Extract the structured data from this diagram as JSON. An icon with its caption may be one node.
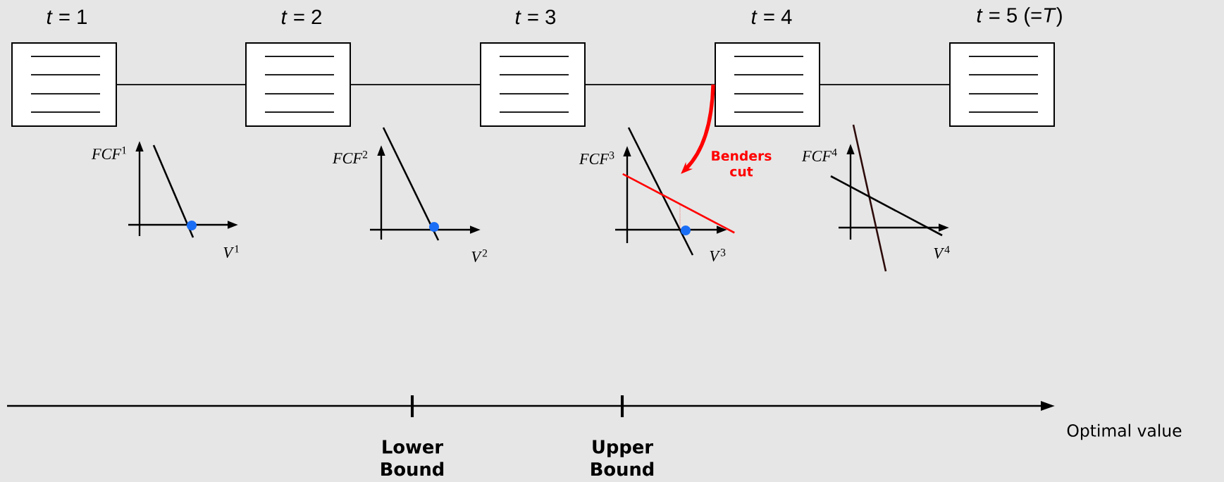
{
  "diagram": {
    "nodes": [
      {
        "text": [
          "*t* = 1"
        ]
      },
      {
        "text": [
          "*t* = 2"
        ]
      },
      {
        "text": [
          "*t* = 3"
        ]
      },
      {
        "text": [
          "*t* = 4"
        ]
      },
      {
        "text": [
          "*t* = 5 (=*T*)"
        ]
      },
      {
        "text": [],
        "shape": "line"
      }
    ],
    "edges": [
      {
        "from": 0,
        "to": 1,
        "arrow": "none"
      },
      {
        "from": 1,
        "to": 2,
        "arrow": "none"
      },
      {
        "from": 2,
        "to": 3,
        "arrow": "none"
      },
      {
        "from": 3,
        "to": 4,
        "arrow": "none"
      },
      {
        "from": 3,
        "to": 5,
        "arrow": "to",
        "label": "Benders cut",
        "style": "thick",
        "color": "#ff0000"
      }
    ],
    "labels": [
      "*FCF*$^{1}$",
      "*V*$^{1}$",
      "*FCF*$^{2}$",
      "*V*$^{2}$",
      "*FCF*$^{3}$",
      "*V*$^{3}$",
      "*FCF*$^{4}$",
      "*V*$^{4}$",
      "Lower Bound",
      "Upper Bound",
      "Optimal value"
    ]
  }
}
